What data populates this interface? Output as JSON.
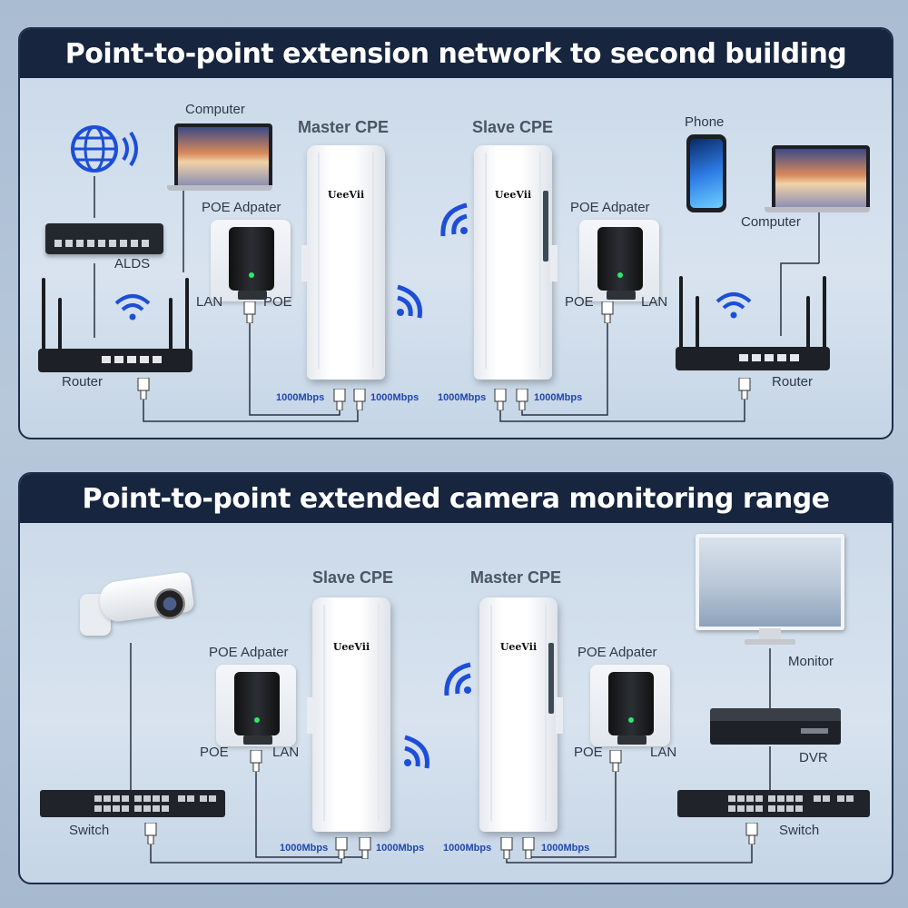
{
  "panel1": {
    "title": "Point-to-point extension network to second building",
    "labels": {
      "computer_left": "Computer",
      "alds": "ALDS",
      "router_left": "Router",
      "poe_adapter_left": "POE Adpater",
      "lan_left": "LAN",
      "poe_left": "POE",
      "master_cpe": "Master CPE",
      "slave_cpe": "Slave CPE",
      "phone": "Phone",
      "computer_right": "Computer",
      "poe_adapter_right": "POE Adpater",
      "poe_right": "POE",
      "lan_right": "LAN",
      "router_right": "Router",
      "brand": "UeeVii"
    },
    "speeds": [
      "1000Mbps",
      "1000Mbps",
      "1000Mbps",
      "1000Mbps"
    ]
  },
  "panel2": {
    "title": "Point-to-point extended camera monitoring range",
    "labels": {
      "slave_cpe": "Slave CPE",
      "master_cpe": "Master CPE",
      "poe_adapter_left": "POE Adpater",
      "poe_left": "POE",
      "lan_left": "LAN",
      "poe_adapter_right": "POE Adpater",
      "poe_right": "POE",
      "lan_right": "LAN",
      "switch_left": "Switch",
      "monitor": "Monitor",
      "dvr": "DVR",
      "switch_right": "Switch",
      "brand": "UeeVii"
    },
    "speeds": [
      "1000Mbps",
      "1000Mbps",
      "1000Mbps",
      "1000Mbps"
    ]
  },
  "colors": {
    "banner": "#17253f",
    "accent_blue": "#1f45b0",
    "wire": "#2b3242"
  },
  "icons": [
    "globe-icon",
    "wifi-signal-icon",
    "ethernet-plug-icon",
    "laptop-icon",
    "phone-icon",
    "camera-icon",
    "monitor-icon"
  ]
}
